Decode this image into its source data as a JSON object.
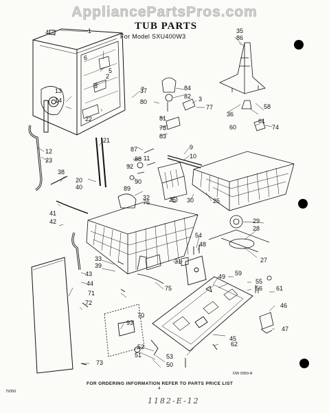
{
  "watermark": "AppliancePartsPros.com",
  "title": "TUB PARTS",
  "model": "For Model SXU400W3",
  "footer": "FOR ORDERING INFORMATION REFER TO PARTS PRICE LIST",
  "drawing_number": "DW 9350-A",
  "code_number": "79350",
  "page_number": "4",
  "handwritten_note": "1182-E-12",
  "callouts": [
    "1",
    "2",
    "3",
    "4",
    "5",
    "6",
    "7",
    "8",
    "9",
    "10",
    "11",
    "12",
    "13",
    "14",
    "20",
    "21",
    "22",
    "23",
    "25",
    "26",
    "27",
    "28",
    "29",
    "30",
    "31",
    "32",
    "33",
    "35",
    "36",
    "37",
    "38",
    "39",
    "40",
    "41",
    "42",
    "43",
    "44",
    "45",
    "46",
    "47",
    "48",
    "49",
    "50",
    "51",
    "52",
    "53",
    "54",
    "55",
    "56",
    "58",
    "59",
    "60",
    "61",
    "61",
    "62",
    "70",
    "71",
    "72",
    "73",
    "74",
    "75",
    "76",
    "77",
    "78",
    "80",
    "81",
    "82",
    "83",
    "84",
    "86",
    "87",
    "88",
    "89",
    "90",
    "92",
    "93"
  ],
  "binder_hole_count": 3
}
